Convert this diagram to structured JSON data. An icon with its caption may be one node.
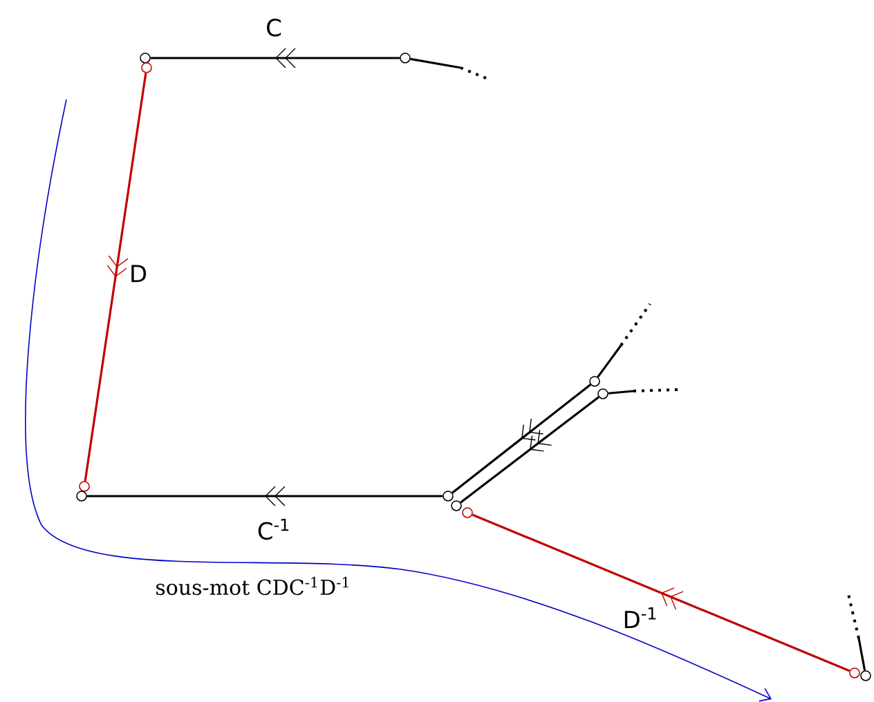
{
  "diagram": {
    "nodes": [
      {
        "text": [],
        "shape": "circle"
      },
      {
        "text": [],
        "shape": "circle"
      },
      {
        "text": [],
        "shape": "circle"
      },
      {
        "text": [],
        "shape": "circle"
      },
      {
        "text": [],
        "shape": "circle"
      },
      {
        "text": [],
        "shape": "circle"
      },
      {
        "text": [],
        "shape": "circle"
      },
      {
        "text": [],
        "shape": "circle"
      },
      {
        "text": [],
        "shape": "circle"
      },
      {
        "text": [],
        "shape": "circle"
      },
      {
        "text": [],
        "shape": "circle"
      },
      {
        "text": [],
        "shape": "circle"
      }
    ],
    "edges": [
      {
        "from": 1,
        "to": 0,
        "arrow": "to",
        "label": "C"
      },
      {
        "from": 2,
        "to": 5,
        "arrow": "to",
        "label": "D",
        "color": "#c00000"
      },
      {
        "from": 7,
        "to": 6,
        "arrow": "to",
        "label": "C$^{-1}$"
      },
      {
        "from": 3,
        "to": 7,
        "arrow": "to"
      },
      {
        "from": 4,
        "to": 8,
        "arrow": "to"
      },
      {
        "from": 10,
        "to": 9,
        "arrow": "to",
        "label": "D$^{-1}$",
        "color": "#c00000"
      },
      {
        "from": 1,
        "to": null,
        "arrow": "none"
      },
      {
        "from": 3,
        "to": null,
        "arrow": "none"
      },
      {
        "from": 4,
        "to": null,
        "arrow": "none"
      },
      {
        "from": 11,
        "to": null,
        "arrow": "none"
      }
    ],
    "labels": [
      "sous-mot CDC$^{-1}$D$^{-1}$"
    ]
  }
}
